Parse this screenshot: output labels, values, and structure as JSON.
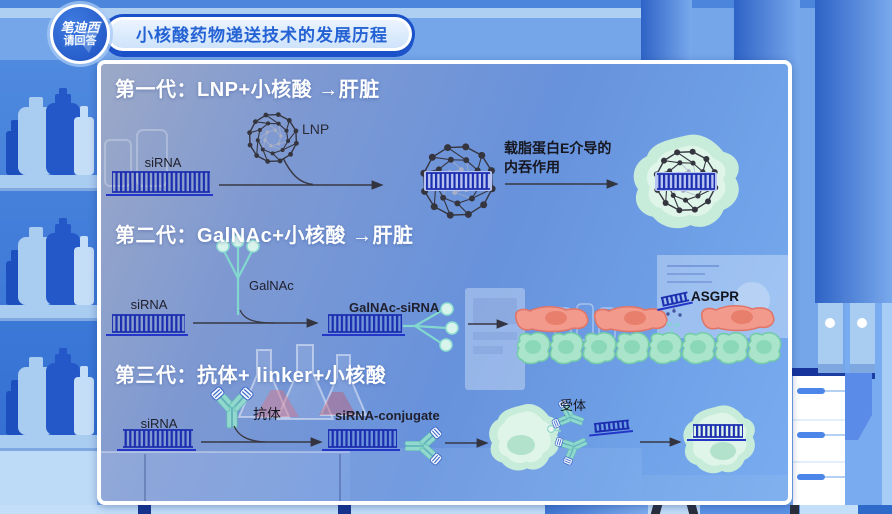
{
  "header": {
    "logo_line1": "笔迪西",
    "logo_line2": "请回答",
    "title": "小核酸药物递送技术的发展历程"
  },
  "panel": {
    "gen1": {
      "heading": "第一代：LNP+小核酸 →肝脏",
      "sirna_label": "siRNA",
      "lnp_label": "LNP",
      "process_label": "载脂蛋白E介导的\n内吞作用"
    },
    "gen2": {
      "heading": "第二代：GalNAc+小核酸 →肝脏",
      "sirna_label": "siRNA",
      "galnac_label": "GalNAc",
      "conjugate_label": "GalNAc-siRNA",
      "receptor_label": "ASGPR"
    },
    "gen3": {
      "heading": "第三代：抗体+ linker+小核酸",
      "sirna_label": "siRNA",
      "antibody_label": "抗体",
      "conjugate_label": "siRNA-conjugate",
      "receptor_label": "受体"
    }
  },
  "colors": {
    "accent_blue": "#2563D4",
    "pill_border": "#1A50C8",
    "sirna_navy": "#1C2EB0",
    "cell_mint": "#C8ECDA",
    "red_cell": "#F29A8C",
    "green_cell": "#A9E4CB",
    "teal_ligand": "#82D8CE"
  }
}
